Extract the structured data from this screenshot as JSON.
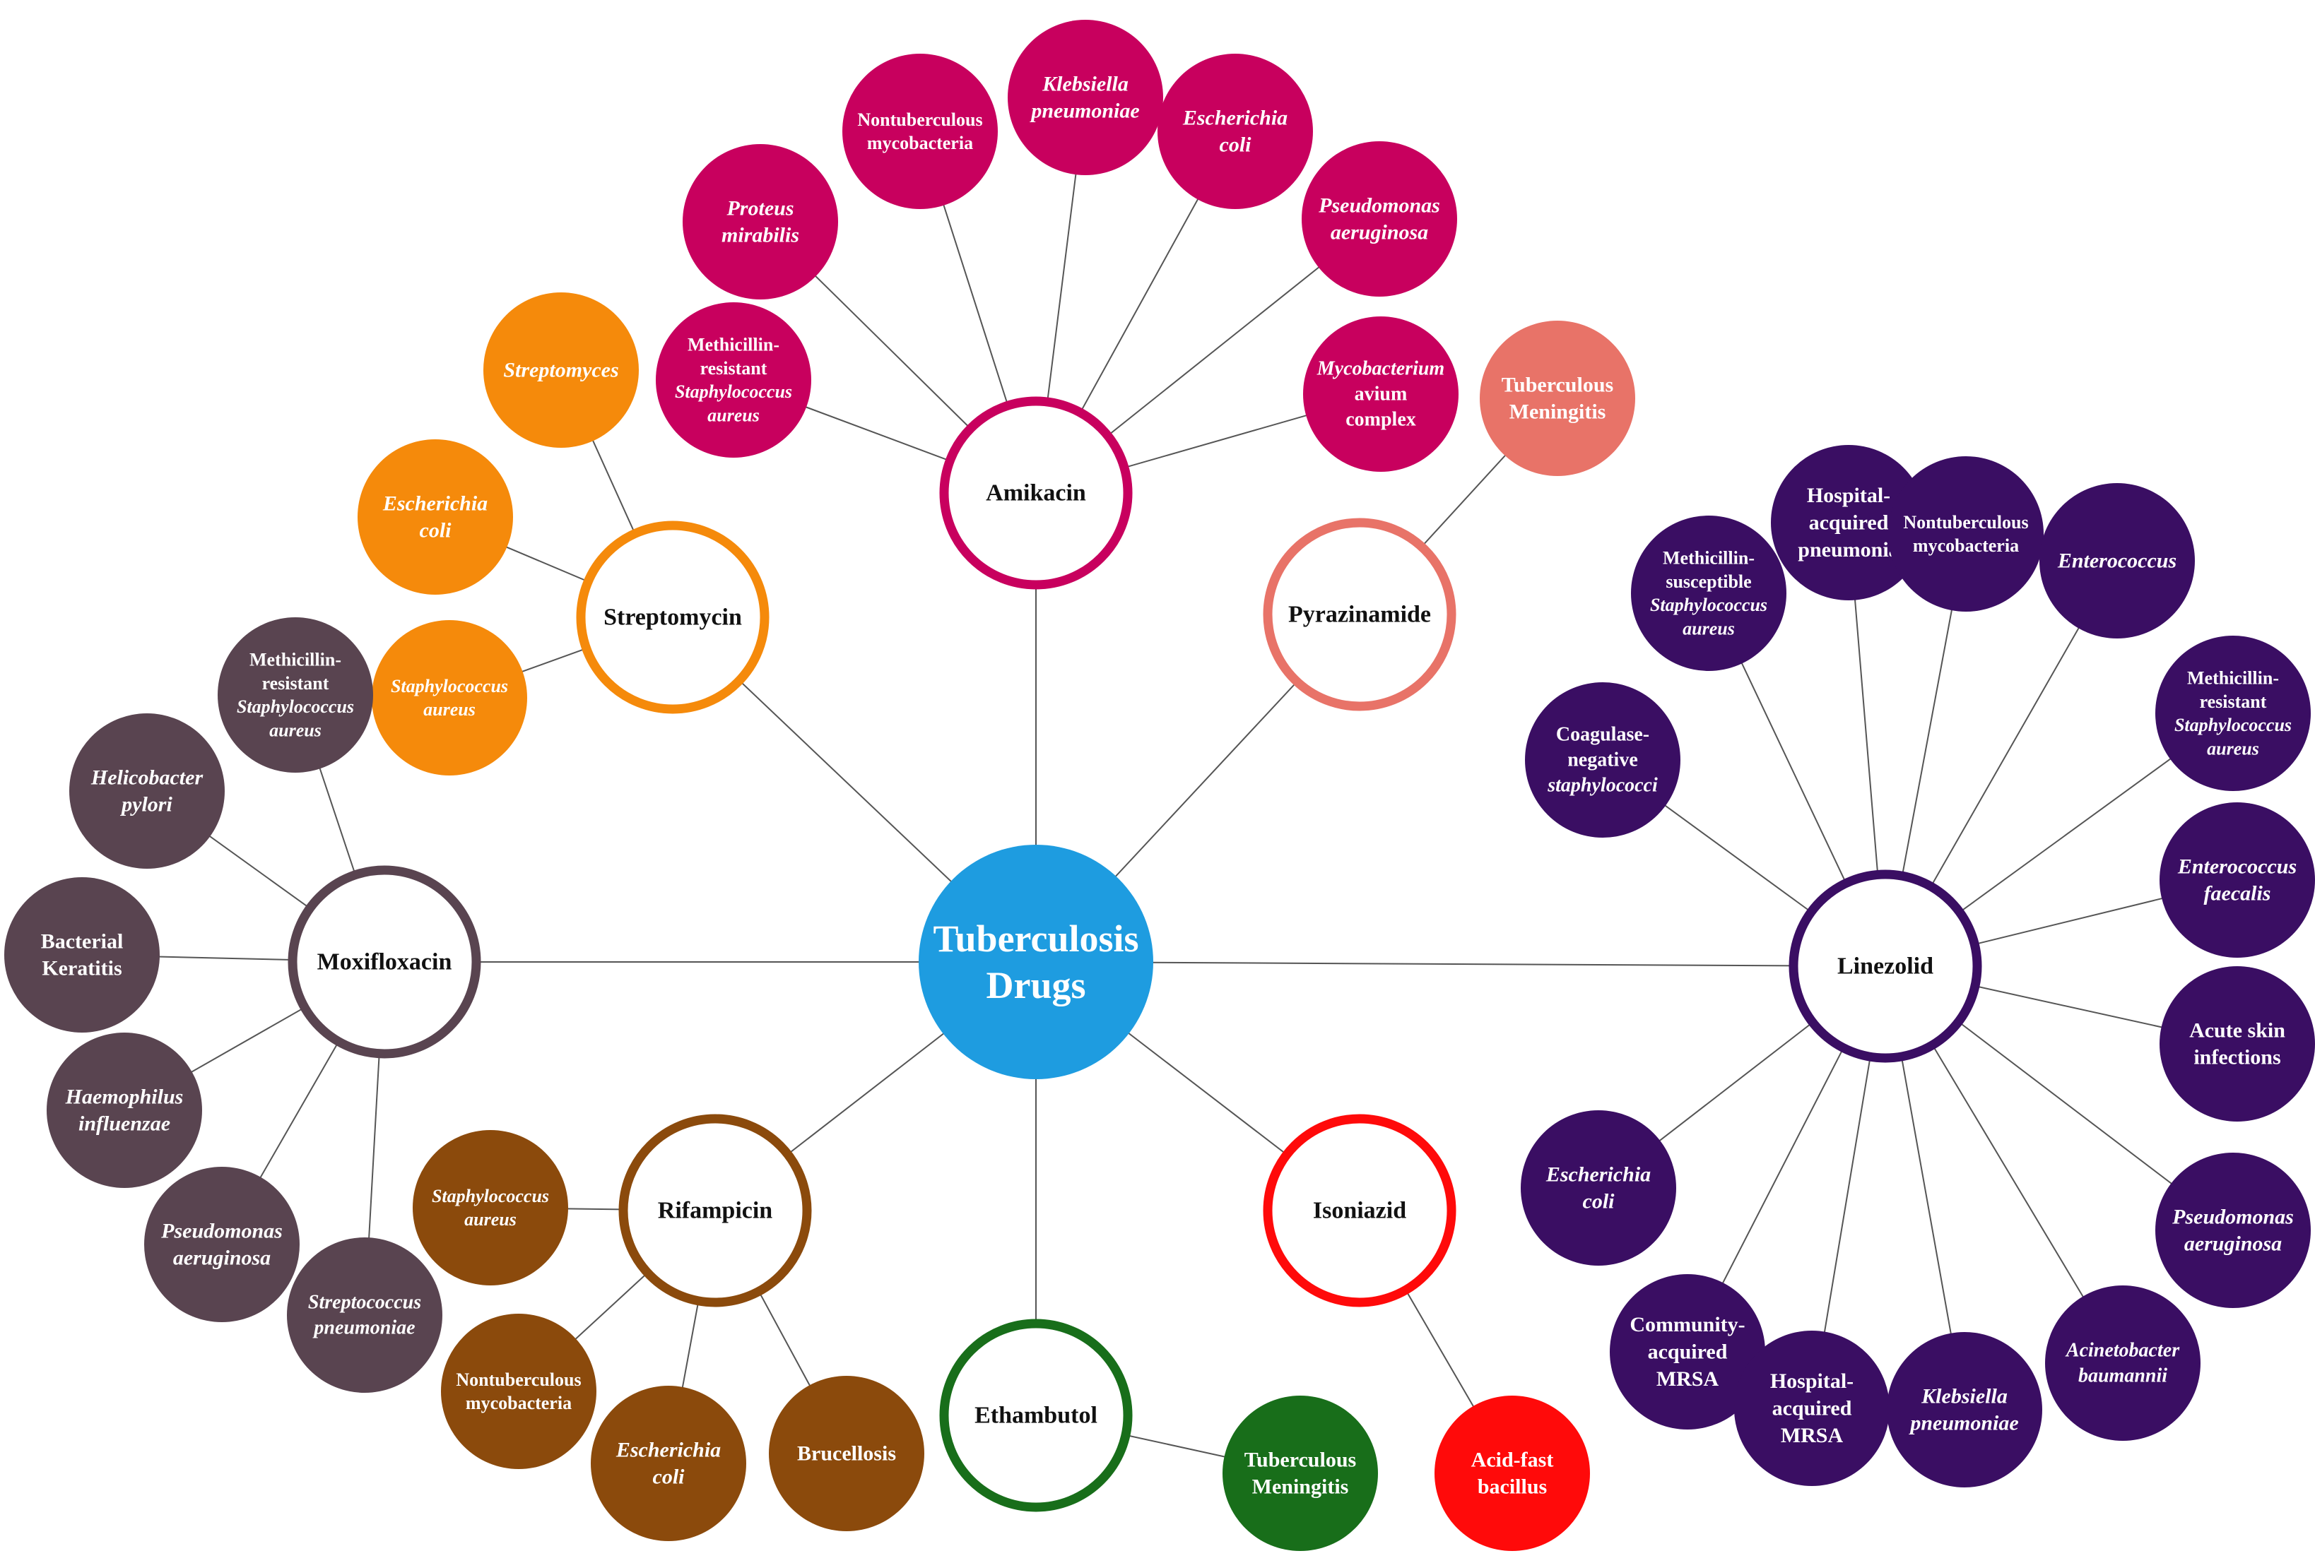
{
  "center": {
    "lines": [
      "Tuberculosis",
      "Drugs"
    ],
    "fill": "#1e9ce0",
    "text_color": "#ffffff"
  },
  "drugs": [
    {
      "id": "amikacin",
      "label": "Amikacin",
      "color": "#c8005e",
      "text_color": "#ffffff",
      "targets": [
        {
          "lines": [
            "Proteus",
            "mirabilis"
          ],
          "italic": true
        },
        {
          "lines": [
            "Nontuberculous",
            "mycobacteria"
          ],
          "italic": false
        },
        {
          "lines": [
            "Klebsiella",
            "pneumoniae"
          ],
          "italic": true
        },
        {
          "lines": [
            "Escherichia",
            "coli"
          ],
          "italic": true
        },
        {
          "lines": [
            "Pseudomonas",
            "aeruginosa"
          ],
          "italic": true
        },
        {
          "lines": [
            "Methicillin-",
            "resistant",
            "Staphylococcus",
            "aureus"
          ],
          "italic_lines": [
            2,
            3
          ]
        },
        {
          "lines": [
            "Mycobacterium",
            "avium",
            "complex"
          ],
          "italic_lines": [
            0
          ]
        }
      ]
    },
    {
      "id": "streptomycin",
      "label": "Streptomycin",
      "color": "#f58a0b",
      "text_color": "#ffffff",
      "targets": [
        {
          "lines": [
            "Streptomyces"
          ],
          "italic": true
        },
        {
          "lines": [
            "Escherichia",
            "coli"
          ],
          "italic": true
        },
        {
          "lines": [
            "Staphylococcus",
            "aureus"
          ],
          "italic": true
        }
      ]
    },
    {
      "id": "pyrazinamide",
      "label": "Pyrazinamide",
      "color": "#e87368",
      "text_color": "#ffffff",
      "targets": [
        {
          "lines": [
            "Tuberculous",
            "Meningitis"
          ],
          "italic": false
        }
      ]
    },
    {
      "id": "moxifloxacin",
      "label": "Moxifloxacin",
      "color": "#594450",
      "text_color": "#ffffff",
      "targets": [
        {
          "lines": [
            "Methicillin-",
            "resistant",
            "Staphylococcus",
            "aureus"
          ],
          "italic_lines": [
            2,
            3
          ]
        },
        {
          "lines": [
            "Helicobacter",
            "pylori"
          ],
          "italic": true
        },
        {
          "lines": [
            "Bacterial",
            "Keratitis"
          ],
          "italic": false
        },
        {
          "lines": [
            "Haemophilus",
            "influenzae"
          ],
          "italic": true
        },
        {
          "lines": [
            "Pseudomonas",
            "aeruginosa"
          ],
          "italic": true
        },
        {
          "lines": [
            "Streptococcus",
            "pneumoniae"
          ],
          "italic": true
        }
      ]
    },
    {
      "id": "rifampicin",
      "label": "Rifampicin",
      "color": "#8b4a0c",
      "text_color": "#ffffff",
      "targets": [
        {
          "lines": [
            "Staphylococcus",
            "aureus"
          ],
          "italic": true
        },
        {
          "lines": [
            "Nontuberculous",
            "mycobacteria"
          ],
          "italic": false
        },
        {
          "lines": [
            "Escherichia",
            "coli"
          ],
          "italic": true
        },
        {
          "lines": [
            "Brucellosis"
          ],
          "italic": false
        }
      ]
    },
    {
      "id": "ethambutol",
      "label": "Ethambutol",
      "color": "#186e1a",
      "text_color": "#ffffff",
      "targets": [
        {
          "lines": [
            "Tuberculous",
            "Meningitis"
          ],
          "italic": false
        }
      ]
    },
    {
      "id": "isoniazid",
      "label": "Isoniazid",
      "color": "#ff0a0a",
      "text_color": "#ffffff",
      "targets": [
        {
          "lines": [
            "Acid-fast",
            "bacillus"
          ],
          "italic": false
        }
      ]
    },
    {
      "id": "linezolid",
      "label": "Linezolid",
      "color": "#3a0e63",
      "text_color": "#ffffff",
      "targets": [
        {
          "lines": [
            "Hospital-",
            "acquired",
            "pneumonia"
          ],
          "italic": false
        },
        {
          "lines": [
            "Nontuberculous",
            "mycobacteria"
          ],
          "italic": false
        },
        {
          "lines": [
            "Enterococcus"
          ],
          "italic": true
        },
        {
          "lines": [
            "Methicillin-",
            "susceptible",
            "Staphylococcus",
            "aureus"
          ],
          "italic_lines": [
            2,
            3
          ]
        },
        {
          "lines": [
            "Methicillin-",
            "resistant",
            "Staphylococcus",
            "aureus"
          ],
          "italic_lines": [
            2,
            3
          ]
        },
        {
          "lines": [
            "Coagulase-",
            "negative",
            "staphylococci"
          ],
          "italic_lines": [
            2
          ]
        },
        {
          "lines": [
            "Enterococcus",
            "faecalis"
          ],
          "italic": true
        },
        {
          "lines": [
            "Acute skin",
            "infections"
          ],
          "italic": false
        },
        {
          "lines": [
            "Escherichia",
            "coli"
          ],
          "italic": true
        },
        {
          "lines": [
            "Pseudomonas",
            "aeruginosa"
          ],
          "italic": true
        },
        {
          "lines": [
            "Community-",
            "acquired",
            "MRSA"
          ],
          "italic": false
        },
        {
          "lines": [
            "Acinetobacter",
            "baumannii"
          ],
          "italic": true
        },
        {
          "lines": [
            "Hospital-",
            "acquired",
            "MRSA"
          ],
          "italic": false
        },
        {
          "lines": [
            "Klebsiella",
            "pneumoniae"
          ],
          "italic": true
        }
      ]
    }
  ]
}
